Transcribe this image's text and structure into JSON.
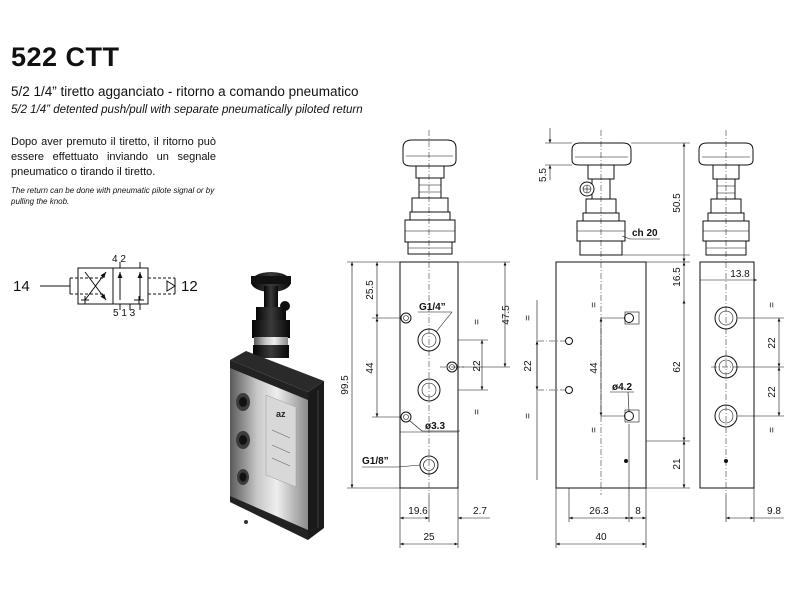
{
  "header": {
    "title": "522 CTT",
    "subtitle_it": "5/2 1/4” tiretto agganciato - ritorno a comando pneumatico",
    "subtitle_en": "5/2 1/4” detented push/pull with separate pneumatically piloted return"
  },
  "description": {
    "it": "Dopo aver premuto il tiretto, il ritorno può essere effettuato inviando un segnale pneumatico o tirando il tiretto.",
    "en": "The return can be done with pneumatic pilote signal or by pulling the knob."
  },
  "symbol": {
    "port_left": "14",
    "port_right": "12",
    "top_ports": "4   2",
    "bottom_ports": "5  1 3"
  },
  "product_photo": {
    "logo": "az"
  },
  "front_view": {
    "dims": {
      "d_25_5": "25.5",
      "d_44": "44",
      "d_99_5": "99.5",
      "d_47_5": "47.5",
      "d_22": "22",
      "d_19_6": "19.6",
      "d_2_7": "2.7",
      "d_25": "25"
    },
    "labels": {
      "port_main": "G1/4”",
      "port_small": "G1/8”",
      "hole": "ø3.3"
    }
  },
  "side_view": {
    "dims": {
      "d_5_5": "5.5",
      "d_50_5": "50.5",
      "d_16_5": "16.5",
      "d_62": "62",
      "d_21": "21",
      "d_22": "22",
      "d_44": "44",
      "d_26_3": "26.3",
      "d_8": "8",
      "d_40": "40"
    },
    "labels": {
      "hex": "ch 20",
      "hole": "ø4.2"
    }
  },
  "right_view": {
    "dims": {
      "d_13_8": "13.8",
      "d_22a": "22",
      "d_22b": "22",
      "d_9_8": "9.8"
    }
  },
  "equal_mark": "="
}
